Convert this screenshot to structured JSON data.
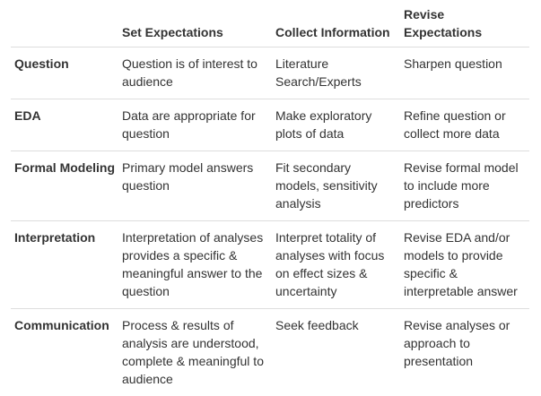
{
  "table": {
    "columns": [
      "",
      "Set Expectations",
      "Collect Information",
      "Revise Expectations"
    ],
    "rows": [
      {
        "label": "Question",
        "cells": [
          "Question is of interest to audience",
          "Literature Search/Experts",
          "Sharpen question"
        ]
      },
      {
        "label": "EDA",
        "cells": [
          "Data are appropriate for question",
          "Make exploratory plots of data",
          "Refine question or collect more data"
        ]
      },
      {
        "label": "Formal Modeling",
        "cells": [
          "Primary model answers question",
          "Fit secondary models, sensitivity analysis",
          "Revise formal model to include more predictors"
        ]
      },
      {
        "label": "Interpretation",
        "cells": [
          "Interpretation of analyses provides a specific & meaningful answer to the question",
          "Interpret totality of analyses with focus on effect sizes & uncertainty",
          "Revise EDA and/or models to provide specific & interpretable answer"
        ]
      },
      {
        "label": "Communication",
        "cells": [
          "Process & results of analysis are understood, complete & meaningful to audience",
          "Seek feedback",
          "Revise analyses or approach to presentation"
        ]
      }
    ]
  }
}
